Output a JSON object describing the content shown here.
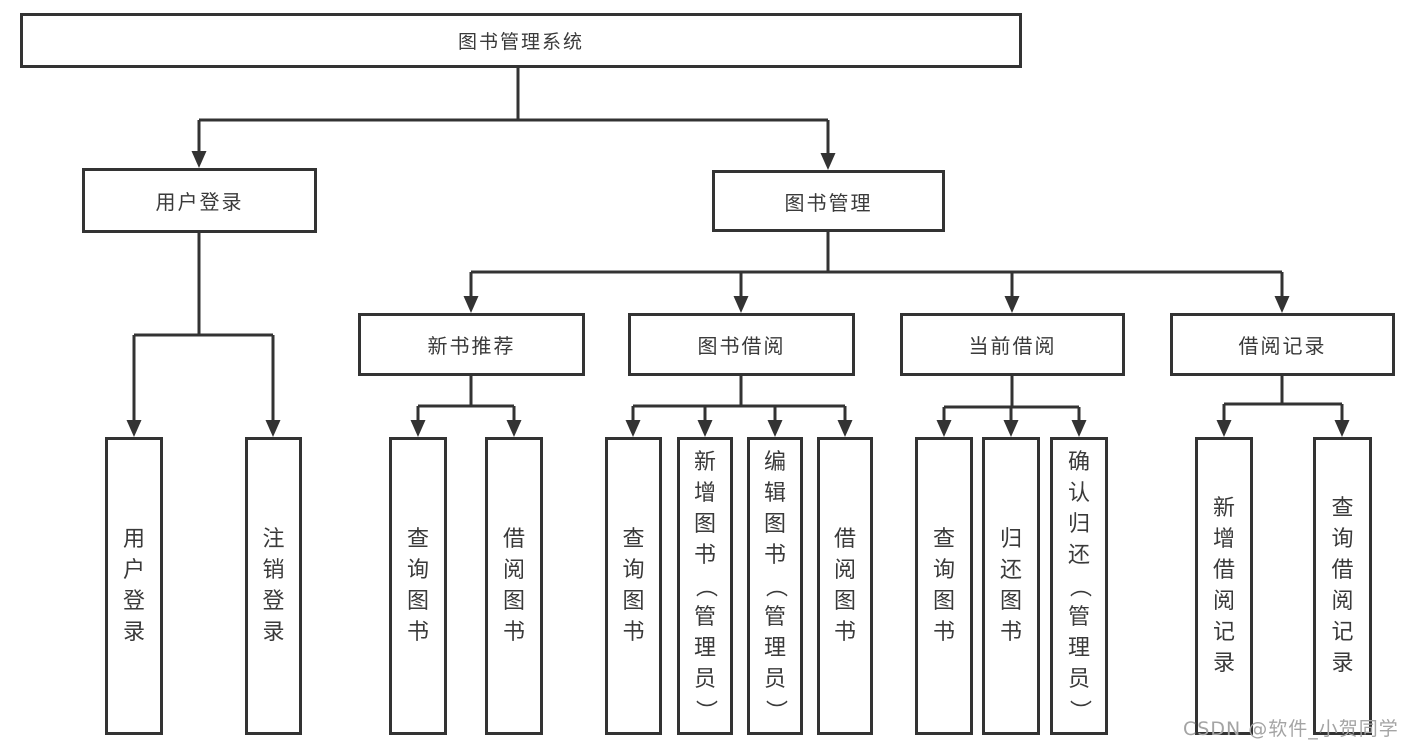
{
  "nodes": {
    "root": "图书管理系统",
    "user_login": "用户登录",
    "book_mgmt": "图书管理",
    "new_book_rec": "新书推荐",
    "book_borrow": "图书借阅",
    "current_borrow": "当前借阅",
    "borrow_records": "借阅记录",
    "ul_login": "用户登录",
    "ul_logout": "注销登录",
    "nb_query": "查询图书",
    "nb_borrow": "借阅图书",
    "bb_query": "查询图书",
    "bb_add": "新增图书（管理员）",
    "bb_edit": "编辑图书（管理员）",
    "bb_borrow": "借阅图书",
    "cb_query": "查询图书",
    "cb_return": "归还图书",
    "cb_confirm": "确认归还（管理员）",
    "br_add": "新增借阅记录",
    "br_query": "查询借阅记录"
  },
  "watermark": "CSDN @软件_小贺同学",
  "colors": {
    "line": "#333333",
    "text": "#3a3a3a",
    "background": "#ffffff",
    "watermark": "#a4a4a4"
  }
}
